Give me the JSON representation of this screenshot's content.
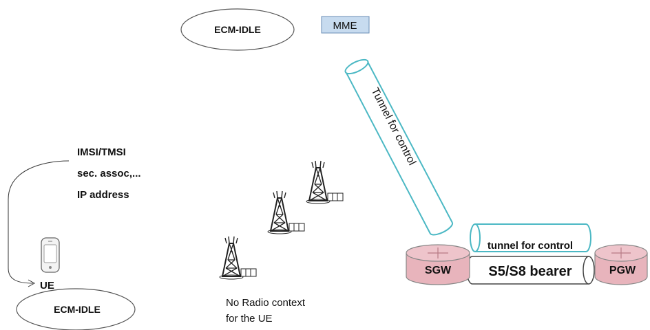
{
  "mme": {
    "state_label": "ECM-IDLE",
    "box_label": "MME",
    "box_color": "#c7dbef"
  },
  "control_tunnel": {
    "label": "Tunnel for control",
    "color": "#4bb8c4"
  },
  "ue_context": {
    "lines": [
      "IMSI/TMSI",
      "sec. assoc,...",
      "IP address"
    ]
  },
  "ue": {
    "label": "UE",
    "state_label": "ECM-IDLE"
  },
  "radio_note": {
    "lines": [
      "No Radio context",
      "for the UE"
    ]
  },
  "core": {
    "sgw_label": "SGW",
    "pgw_label": "PGW",
    "node_color": "#e8b4bc",
    "upper_tunnel_label": "tunnel for control",
    "bearer_label": "S5/S8 bearer"
  }
}
